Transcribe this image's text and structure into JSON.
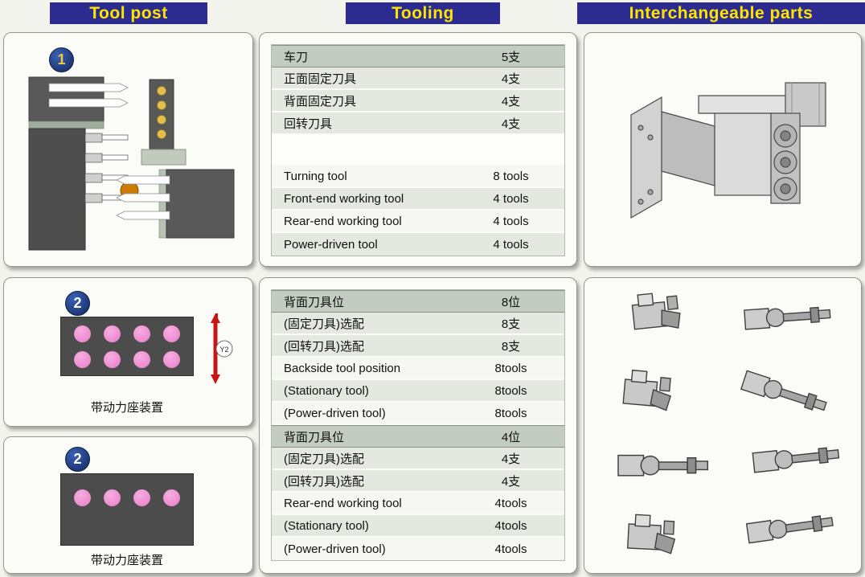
{
  "header": {
    "items": [
      {
        "label": "Tool post"
      },
      {
        "label": "Tooling"
      },
      {
        "label": "Interchangeable parts"
      }
    ]
  },
  "colors": {
    "header_bar": "#2b2b90",
    "header_text": "#ffe400",
    "table_header_row": "#c3ccc0",
    "row_gray": "#e4e8e1",
    "row_white": "#f6f7f3",
    "badge_blue": "#12295d",
    "spindle_dot_pink": "#e87cc8",
    "index_dot_yellow": "#e2bf4a",
    "marker_orange": "#cc7c06",
    "axis_arrow_red": "#c81414",
    "block_dark_gray": "#4c4c4c"
  },
  "tool_post": {
    "panels": [
      {
        "badge": "1"
      },
      {
        "badge": "2",
        "caption": "带动力座装置",
        "axis_label": "Y2"
      },
      {
        "badge": "2",
        "caption": "带动力座装置"
      }
    ]
  },
  "tooling": {
    "table1": {
      "rows": [
        {
          "label": "车刀",
          "value": "5支",
          "kind": "header"
        },
        {
          "label": "正面固定刀具",
          "value": "4支",
          "kind": "a"
        },
        {
          "label": "背面固定刀具",
          "value": "4支",
          "kind": "a"
        },
        {
          "label": "回转刀具",
          "value": "4支",
          "kind": "a"
        },
        {
          "label": "",
          "value": "",
          "kind": "spacer"
        },
        {
          "label": "Turning tool",
          "value": "8 tools",
          "kind": "b"
        },
        {
          "label": "Front-end working tool",
          "value": "4 tools",
          "kind": "a"
        },
        {
          "label": "Rear-end working tool",
          "value": "4 tools",
          "kind": "b"
        },
        {
          "label": "Power-driven tool",
          "value": "4 tools",
          "kind": "a"
        }
      ]
    },
    "table2": {
      "rows": [
        {
          "label": "背面刀具位",
          "value": "8位",
          "kind": "header"
        },
        {
          "label": "(固定刀具)选配",
          "value": "8支",
          "kind": "a"
        },
        {
          "label": "(回转刀具)选配",
          "value": "8支",
          "kind": "a"
        },
        {
          "label": "Backside tool position",
          "value": "8tools",
          "kind": "b"
        },
        {
          "label": "(Stationary tool)",
          "value": "8tools",
          "kind": "a"
        },
        {
          "label": "(Power-driven tool)",
          "value": "8tools",
          "kind": "b"
        },
        {
          "label": "背面刀具位",
          "value": "4位",
          "kind": "header"
        },
        {
          "label": "(固定刀具)选配",
          "value": "4支",
          "kind": "a"
        },
        {
          "label": "(回转刀具)选配",
          "value": "4支",
          "kind": "a"
        },
        {
          "label": "Rear-end working tool",
          "value": "4tools",
          "kind": "b"
        },
        {
          "label": "(Stationary tool)",
          "value": "4tools",
          "kind": "a"
        },
        {
          "label": "(Power-driven tool)",
          "value": "4tools",
          "kind": "b"
        }
      ]
    }
  }
}
